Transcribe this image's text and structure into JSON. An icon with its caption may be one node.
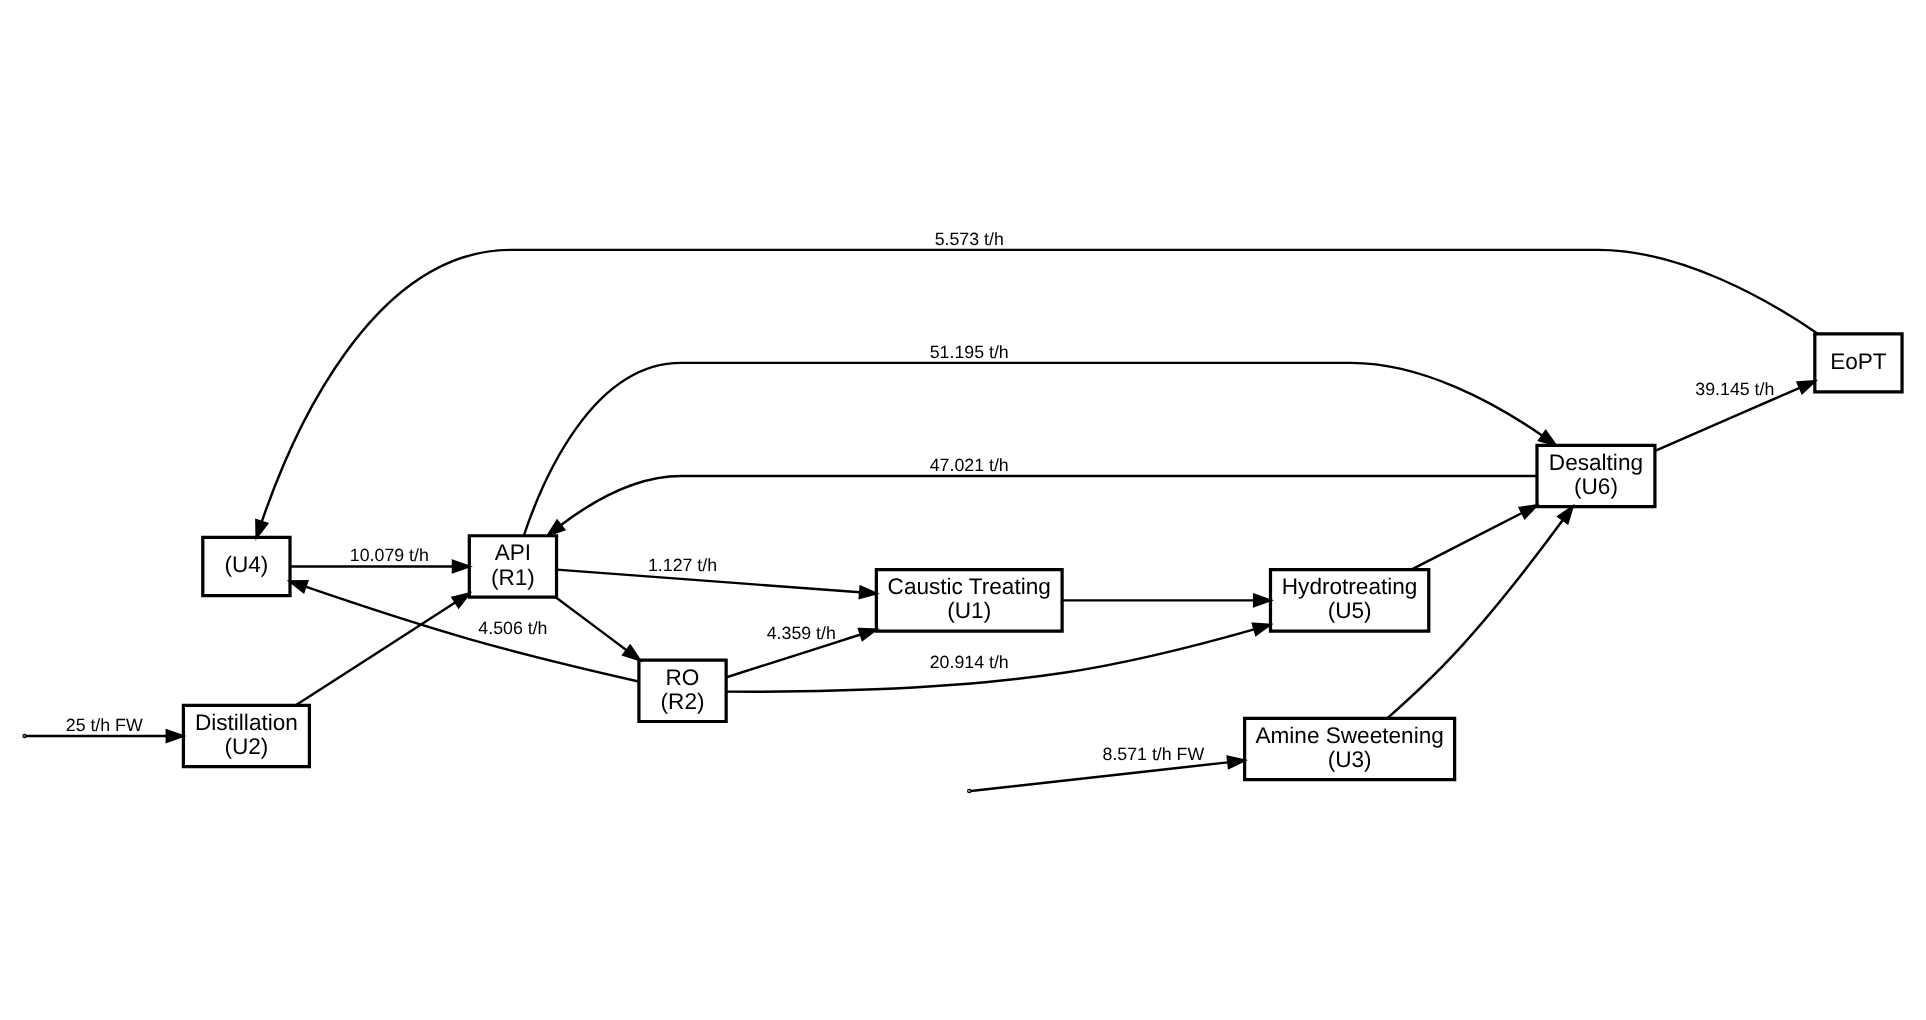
{
  "diagram": {
    "nodes": [
      {
        "text": [
          "(U4)"
        ]
      },
      {
        "text": [
          "Distillation",
          "(U2)"
        ]
      },
      {
        "text": [
          "API",
          "(R1)"
        ]
      },
      {
        "text": [
          "RO",
          "(R2)"
        ]
      },
      {
        "text": [
          "Amine Sweetening",
          "(U3)"
        ]
      },
      {
        "text": [
          "Desalting",
          "(U6)"
        ]
      },
      {
        "text": [
          "EoPT"
        ]
      },
      {
        "text": [
          "Caustic Treating",
          "(U1)"
        ]
      },
      {
        "text": [
          "Hydrotreating",
          "(U5)"
        ]
      }
    ],
    "edges": [
      {
        "from": null,
        "to": 1,
        "arrow": "to",
        "label": "25 t/h FW"
      },
      {
        "from": null,
        "to": 4,
        "arrow": "to",
        "label": "8.571 t/h FW"
      },
      {
        "from": 0,
        "to": 2,
        "arrow": "to",
        "label": "10.079 t/h"
      },
      {
        "from": 1,
        "to": 2,
        "arrow": "to"
      },
      {
        "from": 5,
        "to": 2,
        "arrow": "to",
        "label": "47.021 t/h"
      },
      {
        "from": 2,
        "to": 3,
        "arrow": "to"
      },
      {
        "from": 4,
        "to": 5,
        "arrow": "to"
      },
      {
        "from": 8,
        "to": 5,
        "arrow": "to"
      },
      {
        "from": 7,
        "to": 8,
        "arrow": "to"
      },
      {
        "from": 5,
        "to": 6,
        "arrow": "to",
        "label": "39.145 t/h"
      },
      {
        "from": 2,
        "to": 5,
        "arrow": "to",
        "label": "51.195 t/h"
      },
      {
        "from": 2,
        "to": 7,
        "arrow": "to",
        "label": "1.127 t/h"
      },
      {
        "from": 3,
        "to": 0,
        "arrow": "to",
        "label": "4.506 t/h"
      },
      {
        "from": 3,
        "to": 8,
        "arrow": "to",
        "label": "20.914 t/h"
      },
      {
        "from": 3,
        "to": 7,
        "arrow": "to",
        "label": "4.359 t/h"
      },
      {
        "from": 6,
        "to": 0,
        "arrow": "to",
        "label": "5.573 t/h"
      }
    ]
  }
}
